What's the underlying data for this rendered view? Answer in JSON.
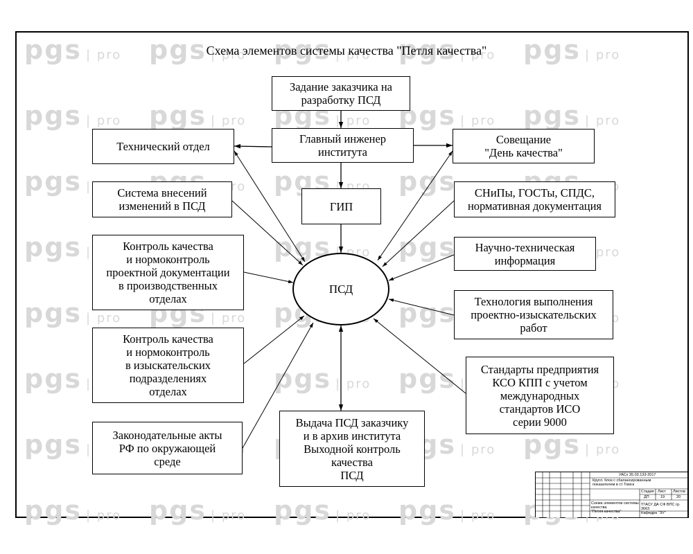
{
  "watermark": {
    "brand": "pgs",
    "suffix": "pro"
  },
  "diagram": {
    "title": "Схема элементов системы качества \"Петля качества\"",
    "center": "ПСД",
    "nodes": {
      "zadanie": "Задание заказчика на\nразработку ПСД",
      "glavny": "Главный инженер\nинститута",
      "gip": "ГИП",
      "tech_otdel": "Технический отдел",
      "sovesh": "Совещание\n\"День качества\"",
      "sistema": "Система внесений\nизменений в ПСД",
      "snip": "СНиПы, ГОСТы, СПДС,\nнормативная документация",
      "kontrol1": "Контроль качества\nи нормоконтроль\nпроектной документации\nв производственных\nотделах",
      "nauchno": "Научно-техническая\nинформация",
      "tehnologia": "Технология выполнения\nпроектно-изыскательских\nработ",
      "kontrol2": "Контроль качества\nи нормоконтроль\nв изыскательских\nподразделениях\nотделах",
      "standarty": "Стандарты предприятия\nКСО КПП с учетом\nмеждународных\nстандартов ИСО\nсерии 9000",
      "zakon": "Законодательные акты\nРФ по окружающей\nсреде",
      "vydacha": "Выдача ПСД заказчику\nи в архив института\nВыходной контроль\nкачества\nПСД"
    }
  },
  "stamp": {
    "code": "УАСх 35.03.133-2017",
    "subtitle": "Кругл. блок с сбалансированным\nпоказателем в ст Томск",
    "sheet_name": "Схема элементов системы качества\n\"Петля качества\"",
    "headers": [
      "Стадия",
      "Лист",
      "Листов"
    ],
    "values": [
      "ДП",
      "19",
      "20"
    ],
    "org": "ТГАСУ ДА СФ ВПС гр. 3663\nКафедра \"ЭУ\""
  }
}
